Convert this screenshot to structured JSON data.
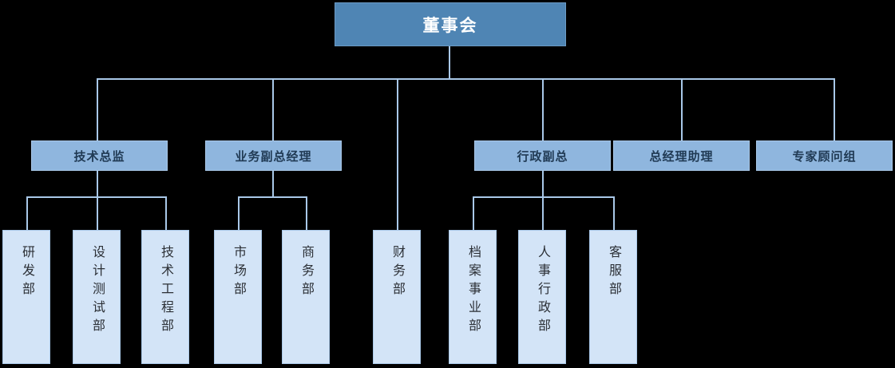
{
  "diagram": {
    "type": "organization-chart",
    "title_node": "董事会",
    "colors": {
      "background": "#000000",
      "root_fill": "#4f85b4",
      "root_text": "#ffffff",
      "mid_fill": "#8fb6de",
      "mid_text": "#203a54",
      "leaf_fill": "#d3e4f7",
      "leaf_text": "#2b2f35",
      "connector": "#a9c8e8",
      "border": "#a9c8e8"
    },
    "levels": {
      "root": {
        "label": "董事会"
      },
      "level2": [
        {
          "label": "技术总监"
        },
        {
          "label": "业务副总经理"
        },
        {
          "label": "行政副总"
        },
        {
          "label": "总经理助理"
        },
        {
          "label": "专家顾问组"
        }
      ],
      "level3": [
        {
          "label": "研发部",
          "parent": "技术总监"
        },
        {
          "label": "设计测试部",
          "parent": "技术总监"
        },
        {
          "label": "技术工程部",
          "parent": "技术总监"
        },
        {
          "label": "市场部",
          "parent": "业务副总经理"
        },
        {
          "label": "商务部",
          "parent": "业务副总经理"
        },
        {
          "label": "财务部",
          "parent": "董事会"
        },
        {
          "label": "档案事业部",
          "parent": "行政副总"
        },
        {
          "label": "人事行政部",
          "parent": "行政副总"
        },
        {
          "label": "客服部",
          "parent": "行政副总"
        }
      ]
    }
  }
}
